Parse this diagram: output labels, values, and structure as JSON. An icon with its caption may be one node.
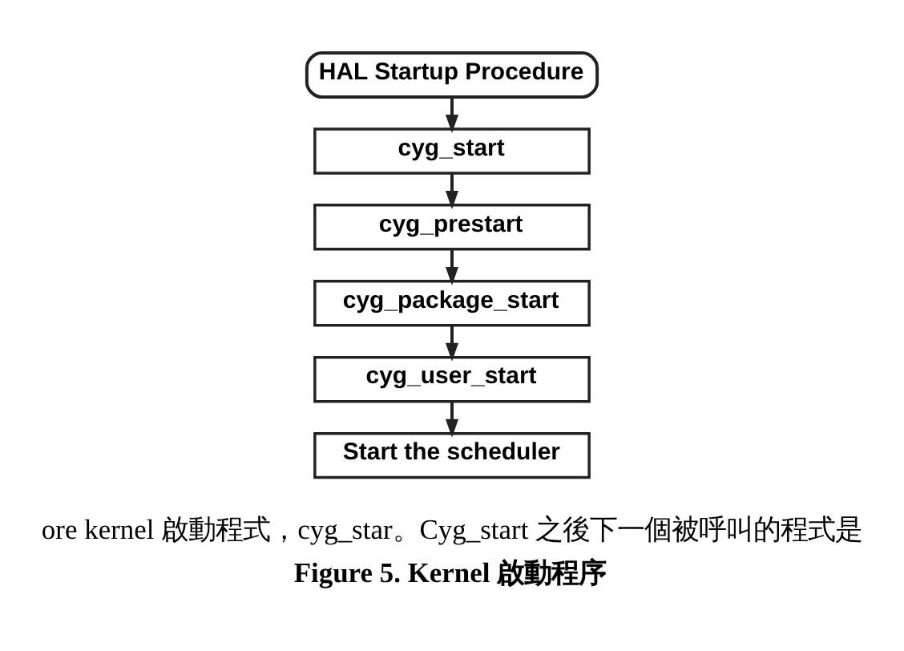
{
  "diagram": {
    "caption": "Figure 5. Kernel 啟動程序",
    "nodes": [
      {
        "text": [
          "HAL Startup Procedure"
        ]
      },
      {
        "text": [
          "cyg_start"
        ]
      },
      {
        "text": [
          "cyg_prestart"
        ]
      },
      {
        "text": [
          "cyg_package_start"
        ]
      },
      {
        "text": [
          "cyg_user_start"
        ]
      },
      {
        "text": [
          "Start the scheduler"
        ]
      }
    ],
    "edges": [
      {
        "from": 0,
        "to": 1,
        "arrow": "to"
      },
      {
        "from": 1,
        "to": 2,
        "arrow": "to"
      },
      {
        "from": 2,
        "to": 3,
        "arrow": "to"
      },
      {
        "from": 3,
        "to": 4,
        "arrow": "to"
      },
      {
        "from": 4,
        "to": 5,
        "arrow": "to"
      }
    ],
    "labels": [
      "ore kernel 啟動程式，cyg_star。Cyg_start 之後下一個被呼叫的程式是"
    ]
  }
}
